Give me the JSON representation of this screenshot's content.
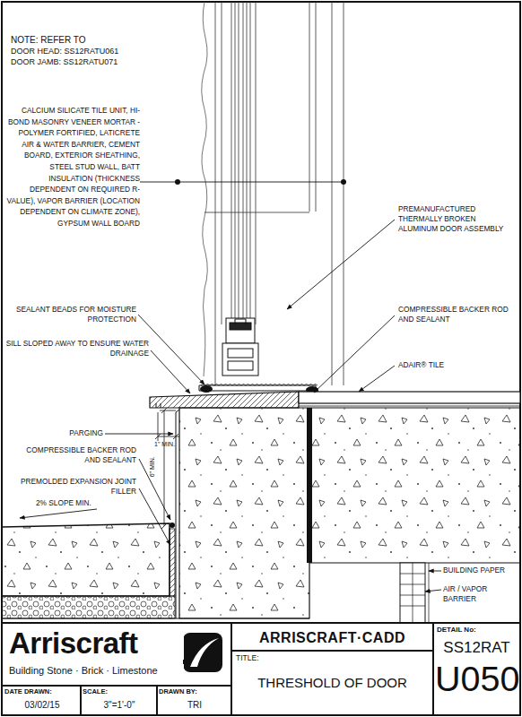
{
  "diagram": {
    "title": "THRESHOLD OF DOOR",
    "labels": [
      "NOTE: REFER TO",
      "DOOR HEAD: SS12RATU061",
      "DOOR JAMB: SS12RATU071",
      "CALCIUM SILICATE TILE UNIT, HI-BOND MASONRY VENEER MORTAR - POLYMER FORTIFIED, LATICRETE AIR & WATER BARRIER, CEMENT BOARD, EXTERIOR SHEATHING, STEEL STUD WALL, BATT INSULATION (THICKNESS DEPENDENT ON REQUIRED R-VALUE), VAPOR BARRIER (LOCATION DEPENDENT ON CLIMATE ZONE), GYPSUM WALL BOARD",
      "PREMANUFACTURED THERMALLY BROKEN ALUMINUM DOOR ASSEMBLY",
      "SEALANT BEADS FOR MOISTURE PROTECTION",
      "SILL SLOPED AWAY TO ENSURE WATER DRAINAGE",
      "COMPRESSIBLE BACKER ROD AND SEALANT",
      "ADAIR® TILE",
      "PARGING",
      "1\" MIN.",
      "COMPRESSIBLE BACKER ROD AND SEALANT",
      "6\" MIN.",
      "PREMOLDED EXPANSION JOINT FILLER",
      "2% SLOPE MIN.",
      "BUILDING PAPER",
      "AIR / VAPOR BARRIER",
      "Arriscraft",
      "Building Stone · Brick · Limestone",
      "ARRISCRAFT·CADD",
      "TITLE:",
      "DETAIL No:",
      "SS12RAT",
      "U050",
      "DATE DRAWN:",
      "03/02/15",
      "SCALE:",
      "3\"=1'-0\"",
      "DRAWN BY:",
      "TRI"
    ]
  }
}
